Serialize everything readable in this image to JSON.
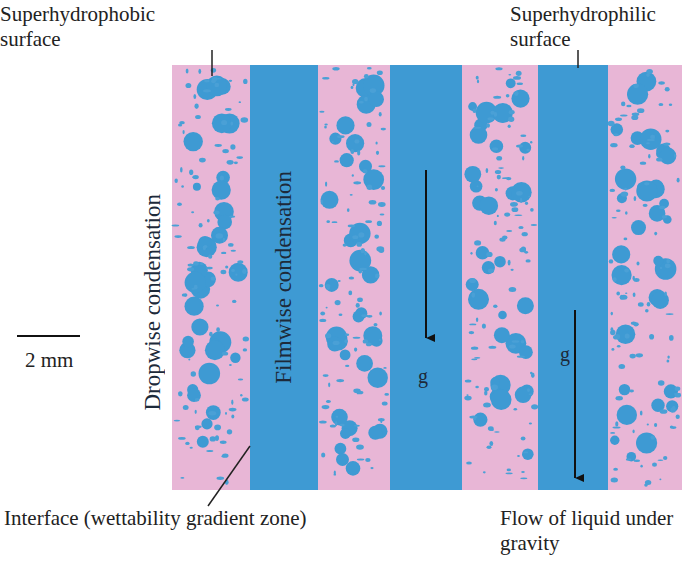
{
  "diagram": {
    "nodes": [
      {
        "text": [
          "Filmwise condensation"
        ]
      },
      {
        "text": [
          "g"
        ]
      },
      {
        "text": [
          "g"
        ]
      }
    ],
    "labels": [
      "Superhydrophobic surface",
      "Superhydrophilic surface",
      "Dropwise condensation",
      "2 mm",
      "Interface (wettability gradient zone)",
      "Flow of liquid under gravity"
    ]
  }
}
